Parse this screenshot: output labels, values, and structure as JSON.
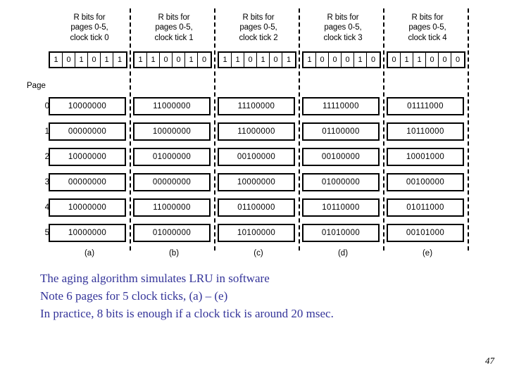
{
  "slide": {
    "page_number": "47",
    "page_caption": "Page"
  },
  "diagram": {
    "columns": [
      {
        "key": "a",
        "label": "(a)",
        "header_lines": [
          "R bits for",
          "pages 0-5,",
          "clock tick 0"
        ],
        "r_bits": [
          "1",
          "0",
          "1",
          "0",
          "1",
          "1"
        ],
        "counters": [
          "10000000",
          "00000000",
          "10000000",
          "00000000",
          "10000000",
          "10000000"
        ]
      },
      {
        "key": "b",
        "label": "(b)",
        "header_lines": [
          "R bits for",
          "pages 0-5,",
          "clock tick 1"
        ],
        "r_bits": [
          "1",
          "1",
          "0",
          "0",
          "1",
          "0"
        ],
        "counters": [
          "11000000",
          "10000000",
          "01000000",
          "00000000",
          "11000000",
          "01000000"
        ]
      },
      {
        "key": "c",
        "label": "(c)",
        "header_lines": [
          "R bits for",
          "pages 0-5,",
          "clock tick 2"
        ],
        "r_bits": [
          "1",
          "1",
          "0",
          "1",
          "0",
          "1"
        ],
        "counters": [
          "11100000",
          "11000000",
          "00100000",
          "10000000",
          "01100000",
          "10100000"
        ]
      },
      {
        "key": "d",
        "label": "(d)",
        "header_lines": [
          "R bits for",
          "pages 0-5,",
          "clock tick 3"
        ],
        "r_bits": [
          "1",
          "0",
          "0",
          "0",
          "1",
          "0"
        ],
        "counters": [
          "11110000",
          "01100000",
          "00100000",
          "01000000",
          "10110000",
          "01010000"
        ]
      },
      {
        "key": "e",
        "label": "(e)",
        "header_lines": [
          "R bits for",
          "pages 0-5,",
          "clock tick 4"
        ],
        "r_bits": [
          "0",
          "1",
          "1",
          "0",
          "0",
          "0"
        ],
        "counters": [
          "01111000",
          "10110000",
          "10001000",
          "00100000",
          "01011000",
          "00101000"
        ]
      }
    ],
    "row_indices": [
      "0",
      "1",
      "2",
      "3",
      "4",
      "5"
    ]
  },
  "notes": {
    "lines": [
      "The aging algorithm simulates LRU in software",
      "Note 6 pages for 5 clock ticks, (a) – (e)",
      "In practice, 8 bits is enough if a clock tick is around 20 msec."
    ],
    "color": "#333399"
  }
}
